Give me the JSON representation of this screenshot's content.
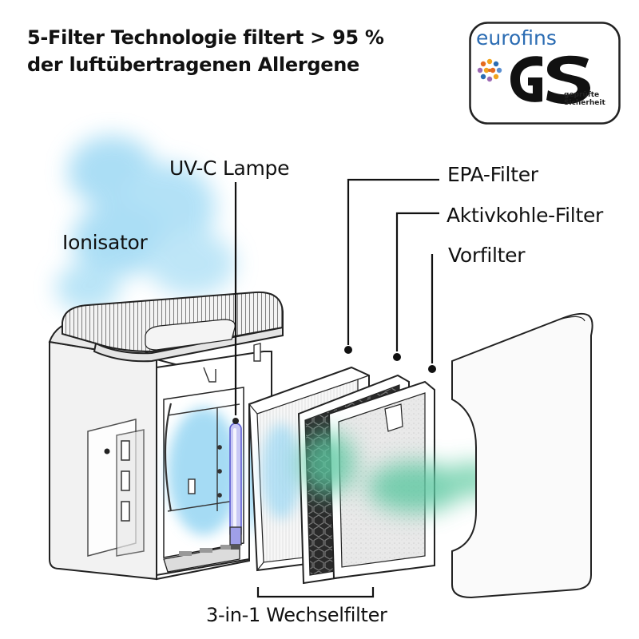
{
  "headline": {
    "line1": "5-Filter Technologie filtert > 95 %",
    "line2": "der luftübertragenen Allergene"
  },
  "labels": {
    "ionisator": "Ionisator",
    "uvc_lampe": "UV-C Lampe",
    "epa_filter": "EPA-Filter",
    "aktivkohle_filter": "Aktivkohle-Filter",
    "vorfilter": "Vorfilter",
    "wechselfilter": "3-in-1 Wechselfilter"
  },
  "certification": {
    "eurofins": "eurofins",
    "gs_line1": "geprüfte",
    "gs_line2": "Sicherheit"
  },
  "colors": {
    "eurofins_blue": "#2b6cb3",
    "air_blue": "#8fd3f2",
    "air_green": "#5cc7a0",
    "uv_lamp": "#c9c9f5"
  }
}
